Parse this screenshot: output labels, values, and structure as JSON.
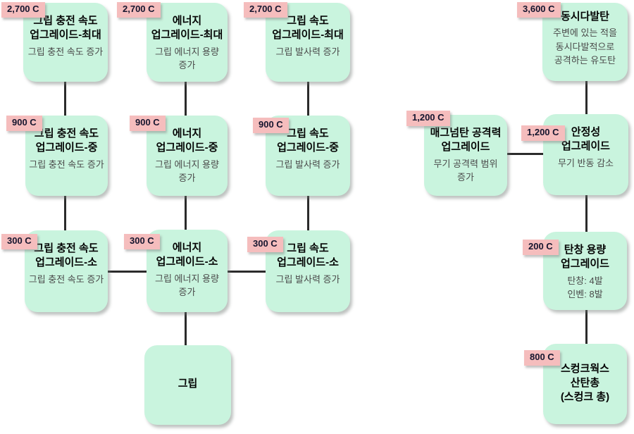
{
  "colors": {
    "background": "#ffffff",
    "node_fill": "#c9f4de",
    "cost_badge_fill": "#f5bdbd",
    "connector": "#2b2b2b",
    "title_text": "#050505",
    "subtitle_text": "#4a4a4a"
  },
  "currency_suffix": "C",
  "nodes": [
    {
      "id": "grip-charge-speed-max",
      "cost": "2,700 C",
      "title": "그립 충전 속도\n업그레이드-최대",
      "subtitle": "그립 충전 속도 증가"
    },
    {
      "id": "energy-max",
      "cost": "2,700 C",
      "title": "에너지\n업그레이드-최대",
      "subtitle": "그립 에너지 용량\n증가"
    },
    {
      "id": "grip-speed-max",
      "cost": "2,700 C",
      "title": "그립 속도\n업그레이드-최대",
      "subtitle": "그립 발사력 증가"
    },
    {
      "id": "multi-burst-round",
      "cost": "3,600 C",
      "title": "동시다발탄",
      "subtitle": "주변에 있는 적을\n동시다발적으로\n공격하는 유도탄"
    },
    {
      "id": "grip-charge-speed-mid",
      "cost": "900 C",
      "title": "그립 충전 속도\n업그레이드-중",
      "subtitle": "그립 충전 속도 증가"
    },
    {
      "id": "energy-mid",
      "cost": "900 C",
      "title": "에너지\n업그레이드-중",
      "subtitle": "그립 에너지 용량\n증가"
    },
    {
      "id": "grip-speed-mid",
      "cost": "900 C",
      "title": "그립 속도\n업그레이드-중",
      "subtitle": "그립 발사력 증가"
    },
    {
      "id": "magnum-attack",
      "cost": "1,200 C",
      "title": "매그넘탄 공격력\n업그레이드",
      "subtitle": "무기 공격력 범위\n증가"
    },
    {
      "id": "stability",
      "cost": "1,200 C",
      "title": "안정성\n업그레이드",
      "subtitle": "무기 반동 감소"
    },
    {
      "id": "grip-charge-speed-min",
      "cost": "300 C",
      "title": "그립 충전 속도\n업그레이드-소",
      "subtitle": "그립 충전 속도 증가"
    },
    {
      "id": "energy-min",
      "cost": "300 C",
      "title": "에너지\n업그레이드-소",
      "subtitle": "그립 에너지 용량\n증가"
    },
    {
      "id": "grip-speed-min",
      "cost": "300 C",
      "title": "그립 속도\n업그레이드-소",
      "subtitle": "그립 발사력 증가"
    },
    {
      "id": "magazine-capacity",
      "cost": "200 C",
      "title": "탄창 용량\n업그레이드",
      "subtitle": "탄창: 4발\n인벤: 8발"
    },
    {
      "id": "skunkworks-shotgun",
      "cost": "800 C",
      "title": "스컹크웍스\n산탄총\n(스컹크 총)",
      "subtitle": ""
    },
    {
      "id": "grip",
      "cost": "",
      "title": "그립",
      "subtitle": ""
    }
  ]
}
